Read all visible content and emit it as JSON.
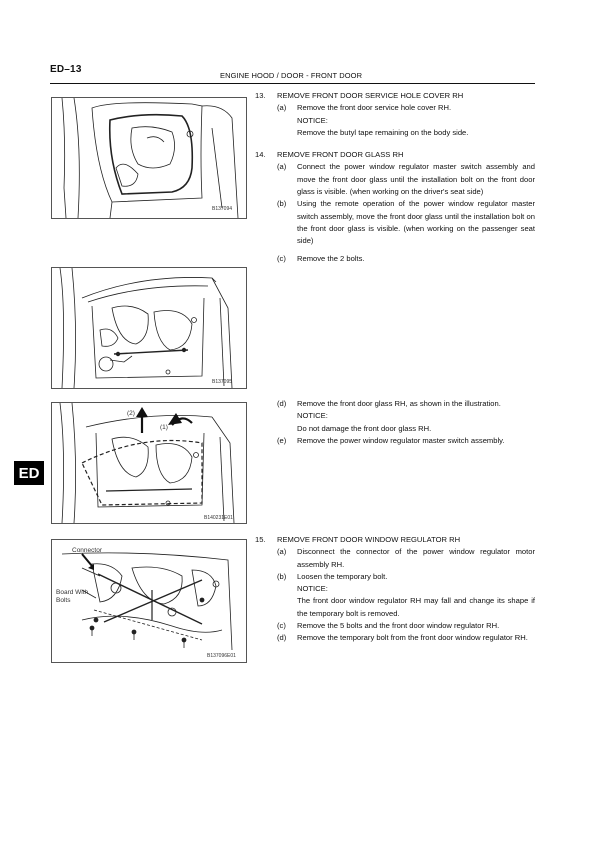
{
  "header": {
    "page_number": "ED–13",
    "title": "ENGINE HOOD / DOOR - FRONT DOOR"
  },
  "side_tab": "ED",
  "figures": [
    {
      "code": "B137094"
    },
    {
      "code": "B137095"
    },
    {
      "code": "B140231E01",
      "callouts": [
        "(2)",
        "(1)"
      ]
    },
    {
      "code": "B137096E01",
      "labels": [
        "Connector",
        "Board With",
        "Bolts"
      ]
    }
  ],
  "steps": {
    "s13": {
      "num": "13.",
      "title": "REMOVE FRONT DOOR SERVICE HOLE COVER RH",
      "a_mark": "(a)",
      "a_text": "Remove the front door service hole cover RH.",
      "notice_label": "NOTICE:",
      "notice_text": "Remove the butyl tape remaining on the body side."
    },
    "s14": {
      "num": "14.",
      "title": "REMOVE FRONT DOOR GLASS RH",
      "a_mark": "(a)",
      "a_text": "Connect the power window regulator master switch assembly and move the front door glass until the installation bolt on the front door glass is visible. (when working on the driver's seat side)",
      "b_mark": "(b)",
      "b_text": "Using the remote operation of the power window regulator master switch assembly, move the front door glass until the installation bolt on the front door glass is visible. (when working on the passenger seat side)",
      "c_mark": "(c)",
      "c_text": "Remove the 2 bolts.",
      "d_mark": "(d)",
      "d_text": "Remove the front door glass RH, as shown in the illustration.",
      "d_notice_label": "NOTICE:",
      "d_notice_text": "Do not damage the front door glass RH.",
      "e_mark": "(e)",
      "e_text": "Remove the power window regulator master switch assembly."
    },
    "s15": {
      "num": "15.",
      "title": "REMOVE FRONT DOOR WINDOW REGULATOR RH",
      "a_mark": "(a)",
      "a_text": "Disconnect the connector of the power window regulator motor assembly RH.",
      "b_mark": "(b)",
      "b_text": "Loosen the temporary bolt.",
      "notice_label": "NOTICE:",
      "notice_text": "The front door window regulator RH may fall and change its shape if the temporary bolt is removed.",
      "c_mark": "(c)",
      "c_text": "Remove the 5 bolts and the front door window regulator RH.",
      "d_mark": "(d)",
      "d_text": "Remove the temporary bolt from the front door window regulator RH."
    }
  }
}
